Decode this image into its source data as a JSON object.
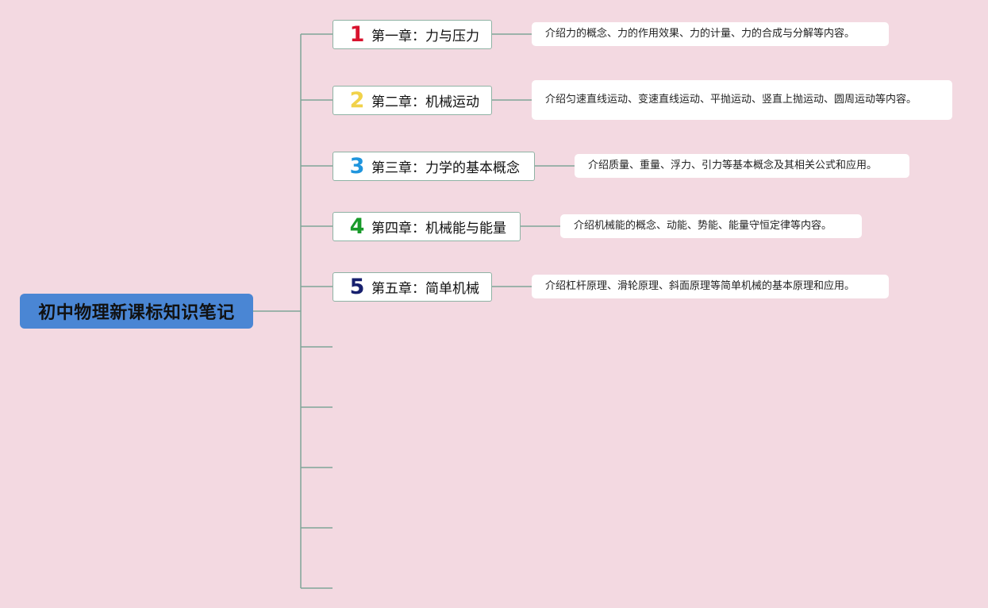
{
  "root": {
    "title": "初中物理新课标知识笔记"
  },
  "chapters": [
    {
      "number": "1",
      "number_color": "#d8132e",
      "title": "第一章：力与压力",
      "description": "介绍力的概念、力的作用效果、力的计量、力的合成与分解等内容。"
    },
    {
      "number": "2",
      "number_color": "#f1d24a",
      "title": "第二章：机械运动",
      "description": "介绍匀速直线运动、变速直线运动、平抛运动、竖直上抛运动、圆周运动等内容。"
    },
    {
      "number": "3",
      "number_color": "#1f95dd",
      "title": "第三章：力学的基本概念",
      "description": "介绍质量、重量、浮力、引力等基本概念及其相关公式和应用。"
    },
    {
      "number": "4",
      "number_color": "#189a2a",
      "title": "第四章：机械能与能量",
      "description": "介绍机械能的概念、动能、势能、能量守恒定律等内容。"
    },
    {
      "number": "5",
      "number_color": "#17206e",
      "title": "第五章：简单机械",
      "description": "介绍杠杆原理、滑轮原理、斜面原理等简单机械的基本原理和应用。"
    }
  ],
  "empty_branches": 5,
  "colors": {
    "background": "#f3d9e1",
    "root_fill": "#4a86d4",
    "connector": "#7fa598"
  }
}
